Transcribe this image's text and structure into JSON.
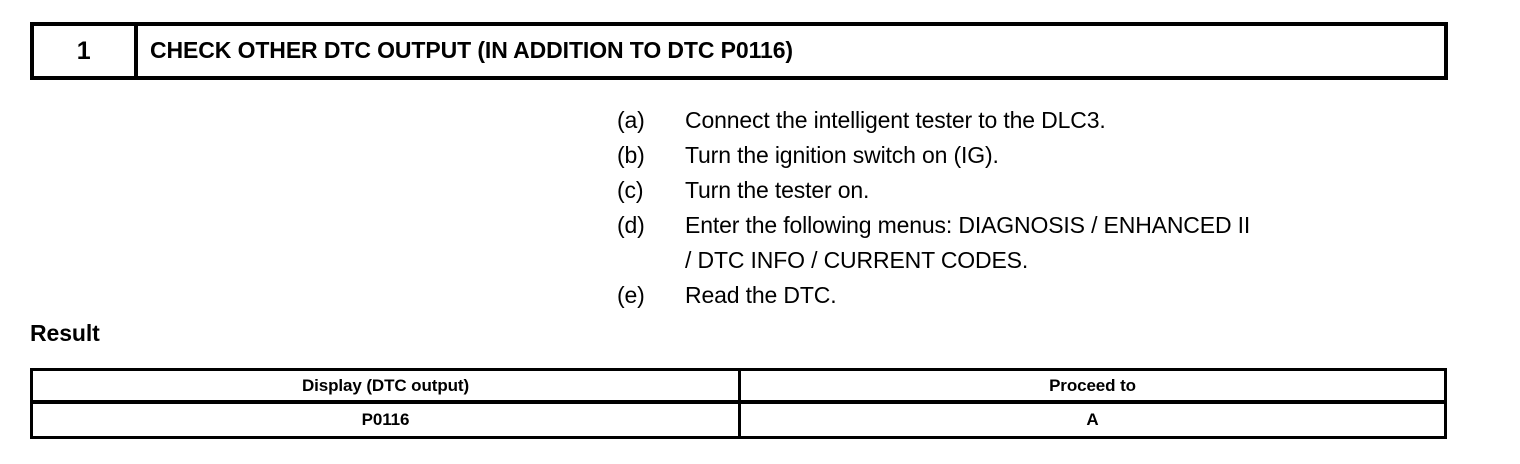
{
  "step": {
    "number": "1",
    "title": "CHECK OTHER DTC OUTPUT (IN ADDITION TO DTC P0116)"
  },
  "procedure": {
    "steps": [
      {
        "label": "(a)",
        "text": "Connect the intelligent tester to the DLC3.",
        "continuation": ""
      },
      {
        "label": "(b)",
        "text": "Turn the ignition switch on (IG).",
        "continuation": ""
      },
      {
        "label": "(c)",
        "text": "Turn the tester on.",
        "continuation": ""
      },
      {
        "label": "(d)",
        "text": "Enter the following menus: DIAGNOSIS / ENHANCED II",
        "continuation": "/ DTC INFO / CURRENT CODES."
      },
      {
        "label": "(e)",
        "text": "Read the DTC.",
        "continuation": ""
      }
    ]
  },
  "result": {
    "caption": "Result",
    "columns": [
      "Display (DTC output)",
      "Proceed to"
    ],
    "rows": [
      [
        "P0116",
        "A"
      ]
    ]
  },
  "colors": {
    "ink": "#000000",
    "paper": "#ffffff"
  }
}
